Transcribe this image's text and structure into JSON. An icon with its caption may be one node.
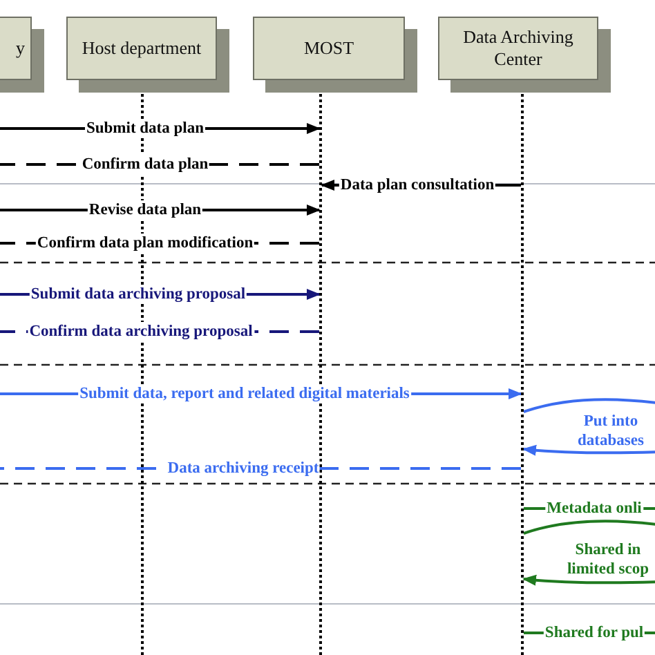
{
  "diagram": {
    "nodes": [
      {
        "text": [
          "y"
        ]
      },
      {
        "text": [
          "Host department"
        ]
      },
      {
        "text": [
          "MOST"
        ]
      },
      {
        "text": [
          "Data Archiving Center"
        ]
      },
      {
        "text": [],
        "shape": "line"
      },
      {
        "text": [],
        "shape": "line"
      },
      {
        "text": [],
        "shape": "line"
      }
    ],
    "edges": [
      {
        "from": null,
        "to": 5,
        "arrow": "to",
        "label": "Submit data plan"
      },
      {
        "from": 5,
        "to": null,
        "arrow": "none",
        "label": "Confirm data plan",
        "style": "dashed"
      },
      {
        "from": 6,
        "to": 5,
        "arrow": "to",
        "label": "Data plan consultation"
      },
      {
        "from": null,
        "to": 5,
        "arrow": "to",
        "label": "Revise data plan"
      },
      {
        "from": 5,
        "to": null,
        "arrow": "none",
        "label": "Confirm data plan modification",
        "style": "dashed"
      },
      {
        "from": null,
        "to": 5,
        "arrow": "to",
        "label": "Submit data archiving proposal",
        "color": "#17177a"
      },
      {
        "from": 5,
        "to": null,
        "arrow": "none",
        "label": "Confirm data archiving proposal",
        "style": "dashed",
        "color": "#17177a"
      },
      {
        "from": null,
        "to": 6,
        "arrow": "to",
        "label": "Submit data, report and related digital materials",
        "color": "#3b6cf0"
      },
      {
        "from": 6,
        "to": 6,
        "arrow": "to",
        "label": "Put into databases",
        "color": "#3b6cf0"
      },
      {
        "from": 6,
        "to": null,
        "arrow": "none",
        "label": "Data archiving receipt",
        "style": "dashed",
        "color": "#3b6cf0"
      },
      {
        "from": 6,
        "to": null,
        "arrow": "none",
        "label": "Metadata onli",
        "color": "#1f7a1f"
      },
      {
        "from": 6,
        "to": 6,
        "arrow": "to",
        "label": "Shared in limited scop",
        "color": "#1f7a1f"
      },
      {
        "from": 6,
        "to": null,
        "arrow": "none",
        "label": "Shared for pul",
        "color": "#1f7a1f"
      }
    ]
  }
}
